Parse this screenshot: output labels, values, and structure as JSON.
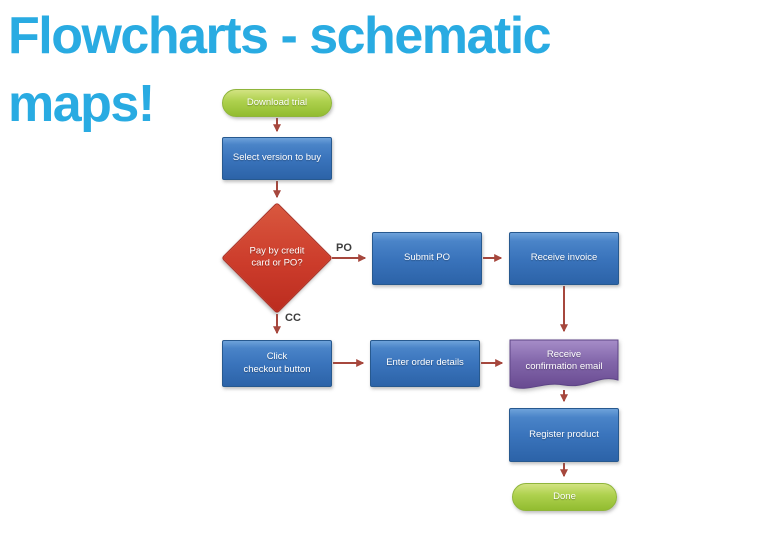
{
  "title": {
    "line1": "Flowcharts - schematic",
    "line2": "maps!"
  },
  "colors": {
    "title": "#29abe2",
    "process_fill": "#3a74bc",
    "terminator_fill": "#a5cb42",
    "decision_fill": "#c9362a",
    "document_fill": "#7a5ca4",
    "arrow": "#a6473d",
    "node_text": "#ffffff",
    "edge_label_text": "#3d3d3d",
    "background": "#ffffff"
  },
  "nodes": [
    {
      "id": "start",
      "type": "terminator",
      "label": "Download trial"
    },
    {
      "id": "select-version",
      "type": "process",
      "label": "Select version to buy"
    },
    {
      "id": "pay-decision",
      "type": "decision",
      "label": "Pay by credit\ncard or PO?"
    },
    {
      "id": "submit-po",
      "type": "process",
      "label": "Submit PO"
    },
    {
      "id": "receive-invoice",
      "type": "process",
      "label": "Receive invoice"
    },
    {
      "id": "click-checkout",
      "type": "process",
      "label": "Click\ncheckout button"
    },
    {
      "id": "enter-order",
      "type": "process",
      "label": "Enter order details"
    },
    {
      "id": "receive-confirmation",
      "type": "document",
      "label": "Receive\nconfirmation email"
    },
    {
      "id": "register-product",
      "type": "process",
      "label": "Register product"
    },
    {
      "id": "done",
      "type": "terminator",
      "label": "Done"
    }
  ],
  "edges": [
    {
      "from": "start",
      "to": "select-version",
      "label": ""
    },
    {
      "from": "select-version",
      "to": "pay-decision",
      "label": ""
    },
    {
      "from": "pay-decision",
      "to": "submit-po",
      "label": "PO"
    },
    {
      "from": "submit-po",
      "to": "receive-invoice",
      "label": ""
    },
    {
      "from": "receive-invoice",
      "to": "receive-confirmation",
      "label": ""
    },
    {
      "from": "pay-decision",
      "to": "click-checkout",
      "label": "CC"
    },
    {
      "from": "click-checkout",
      "to": "enter-order",
      "label": ""
    },
    {
      "from": "enter-order",
      "to": "receive-confirmation",
      "label": ""
    },
    {
      "from": "receive-confirmation",
      "to": "register-product",
      "label": ""
    },
    {
      "from": "register-product",
      "to": "done",
      "label": ""
    }
  ]
}
